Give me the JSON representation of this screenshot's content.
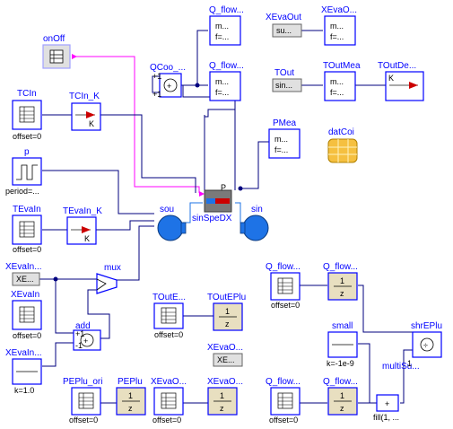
{
  "blocks": {
    "onOff": {
      "name": "onOff"
    },
    "TCIn": {
      "name": "TCIn",
      "param": "offset=0"
    },
    "TCIn_K": {
      "name": "TCIn_K",
      "inner": "K"
    },
    "p": {
      "name": "p",
      "param": "period=..."
    },
    "TEvaIn": {
      "name": "TEvaIn",
      "param": "offset=0"
    },
    "TEvaIn_K": {
      "name": "TEvaIn_K",
      "inner": "K"
    },
    "XEvaIn1": {
      "name": "XEvaIn...",
      "inner": "XE..."
    },
    "XEvaIn": {
      "name": "XEvaIn",
      "param": "offset=0"
    },
    "XEvaIn2": {
      "name": "XEvaIn...",
      "param": "k=1.0"
    },
    "mux": {
      "name": "mux"
    },
    "add": {
      "name": "add",
      "in1": "+1",
      "in2": "-1"
    },
    "QCoo": {
      "name": "QCoo_...",
      "in1": "+1",
      "in2": "+1"
    },
    "Q_flow1": {
      "name": "Q_flow...",
      "line1": "m...",
      "line2": "f=..."
    },
    "Q_flow2": {
      "name": "Q_flow...",
      "line1": "m...",
      "line2": "f=..."
    },
    "XEvaOut": {
      "name": "XEvaOut",
      "inner": "su..."
    },
    "XEvaO1": {
      "name": "XEvaO...",
      "line1": "m...",
      "line2": "f=..."
    },
    "TOut": {
      "name": "TOut",
      "inner": "sin..."
    },
    "TOutMea": {
      "name": "TOutMea",
      "line1": "m...",
      "line2": "f=..."
    },
    "TOutDe": {
      "name": "TOutDe...",
      "inner": "K"
    },
    "PMea": {
      "name": "PMea",
      "line1": "m...",
      "line2": "f=..."
    },
    "datCoi": {
      "name": "datCoi"
    },
    "sinSpeDX": {
      "name": "sinSpeDX",
      "port": "P"
    },
    "sou": {
      "name": "sou"
    },
    "sin": {
      "name": "sin"
    },
    "Q_flow3": {
      "name": "Q_flow...",
      "param": "offset=0"
    },
    "Q_flow4": {
      "name": "Q_flow...",
      "num": "1",
      "den": "z"
    },
    "TOutE": {
      "name": "TOutE...",
      "param": "offset=0"
    },
    "TOutEPlu": {
      "name": "TOutEPlu",
      "num": "1",
      "den": "z"
    },
    "small": {
      "name": "small",
      "param": "k=-1e-9"
    },
    "XEvaO2": {
      "name": "XEvaO...",
      "inner": "XE..."
    },
    "multiSum": {
      "name": "multiSu...",
      "param": "fill(1, ...",
      "inner": "+"
    },
    "shrEPlu": {
      "name": "shrEPlu",
      "port": "1"
    },
    "PEPlu_ori": {
      "name": "PEPlu_ori",
      "param": "offset=0"
    },
    "PEPlu": {
      "name": "PEPlu",
      "num": "1",
      "den": "z"
    },
    "XEvaO3": {
      "name": "XEvaO...",
      "param": "offset=0"
    },
    "XEvaO4": {
      "name": "XEvaO...",
      "num": "1",
      "den": "z"
    },
    "Q_flow5": {
      "name": "Q_flow...",
      "param": "offset=0"
    },
    "Q_flow6": {
      "name": "Q_flow...",
      "num": "1",
      "den": "z"
    }
  },
  "colors": {
    "label": "#0000ff",
    "wire": "#00007f",
    "boolWire": "#ff00ff",
    "transferFn": "#e8dfc0",
    "fluidPort": "#1e73e6"
  }
}
